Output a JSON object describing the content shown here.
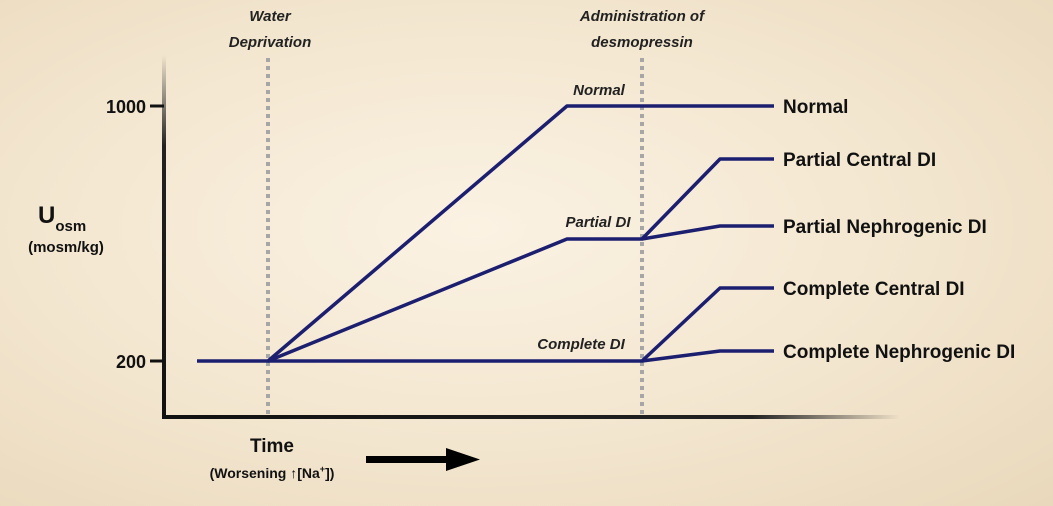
{
  "events": {
    "water_deprivation": [
      "Water",
      "Deprivation"
    ],
    "desmopressin": [
      "Administration of",
      "desmopressin"
    ]
  },
  "annotations": {
    "normal": "Normal",
    "partial": "Partial DI",
    "complete": "Complete DI"
  },
  "y_axis": {
    "main": "U",
    "sub": "osm",
    "unit": "(mosm/kg)",
    "ticks": [
      "1000",
      "200"
    ]
  },
  "x_axis": {
    "label": "Time",
    "sub_prefix": "(Worsening ",
    "arrow_glyph": "↑",
    "sub_ion": "[Na",
    "sub_charge": "+",
    "sub_suffix": "])"
  },
  "curves": [
    {
      "id": "normal",
      "label": "Normal"
    },
    {
      "id": "partial-central",
      "label": "Partial Central DI"
    },
    {
      "id": "partial-nephrogenic",
      "label": "Partial Nephrogenic DI"
    },
    {
      "id": "complete-central",
      "label": "Complete Central DI"
    },
    {
      "id": "complete-nephrogenic",
      "label": "Complete Nephrogenic DI"
    }
  ],
  "colors": {
    "curve": "#1c1f70",
    "marker": "#a6a6a6",
    "axis": "#111111"
  }
}
